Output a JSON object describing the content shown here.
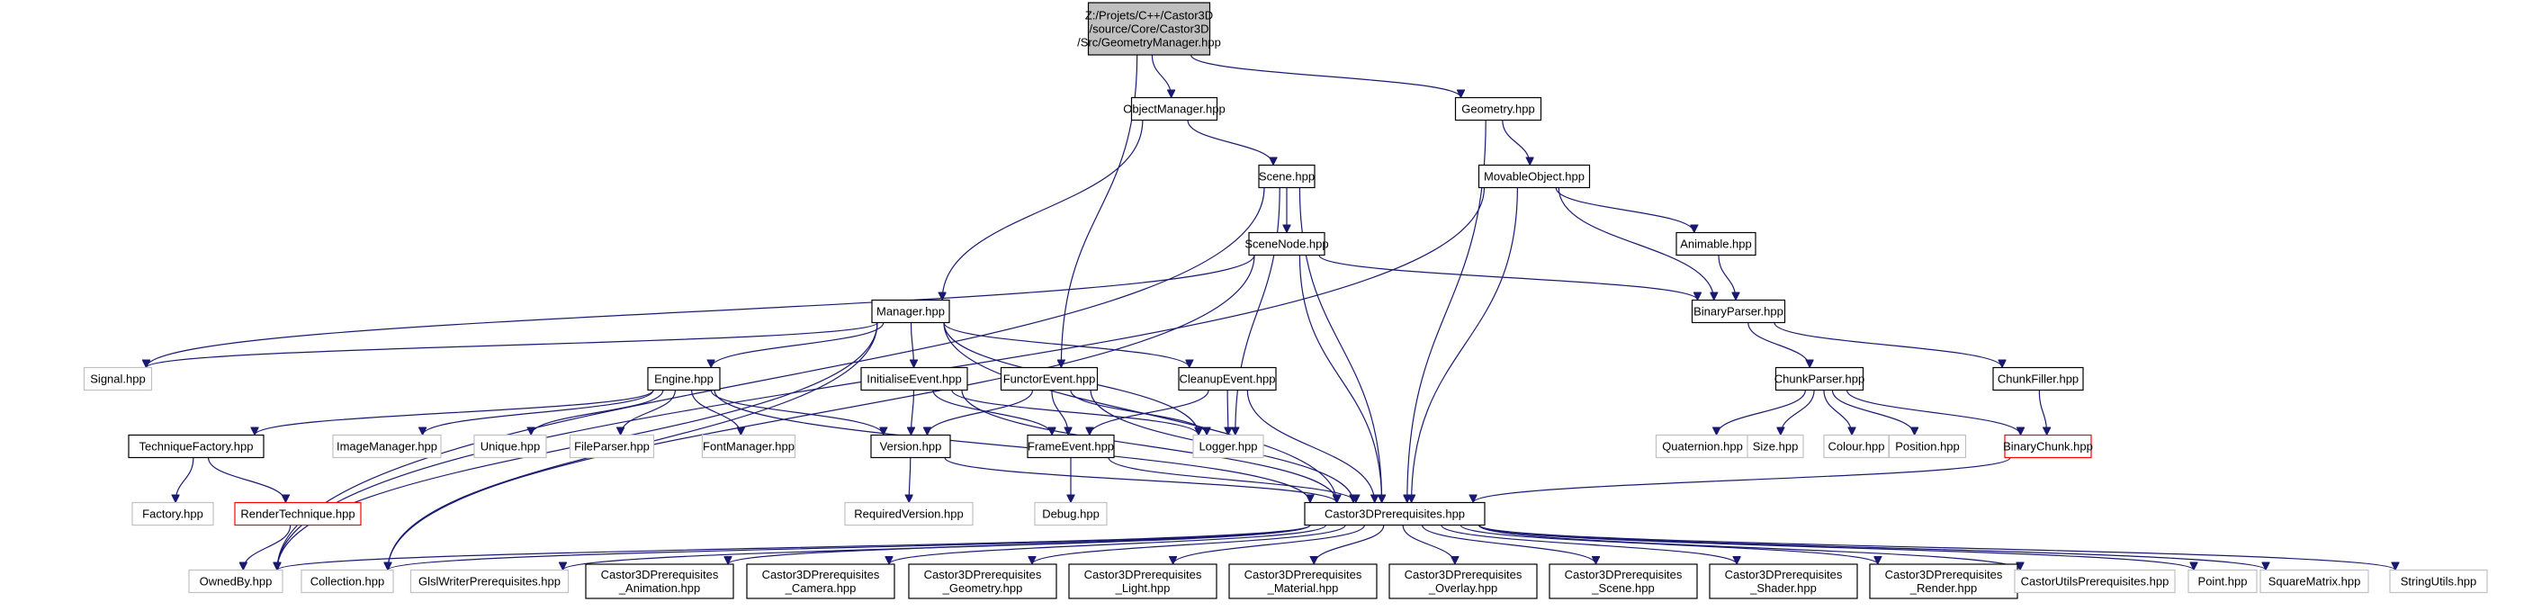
{
  "colors": {
    "edge": "#191970",
    "strong_border": "#000000",
    "light_border": "#c0c0c0",
    "red_border": "#ff0000",
    "root_fill": "#bfbfbf"
  },
  "nodes": [
    {
      "id": "root",
      "lines": [
        "Z:/Projets/C++/Castor3D",
        "/source/Core/Castor3D",
        "/Src/GeometryManager.hpp"
      ],
      "style": "root"
    },
    {
      "id": "objectmanager",
      "lines": [
        "ObjectManager.hpp"
      ],
      "style": "strong"
    },
    {
      "id": "geometry",
      "lines": [
        "Geometry.hpp"
      ],
      "style": "strong"
    },
    {
      "id": "scene",
      "lines": [
        "Scene.hpp"
      ],
      "style": "strong"
    },
    {
      "id": "movableobject",
      "lines": [
        "MovableObject.hpp"
      ],
      "style": "strong"
    },
    {
      "id": "scenenode",
      "lines": [
        "SceneNode.hpp"
      ],
      "style": "strong"
    },
    {
      "id": "animable",
      "lines": [
        "Animable.hpp"
      ],
      "style": "strong"
    },
    {
      "id": "manager",
      "lines": [
        "Manager.hpp"
      ],
      "style": "strong"
    },
    {
      "id": "binaryparser",
      "lines": [
        "BinaryParser.hpp"
      ],
      "style": "strong"
    },
    {
      "id": "signal",
      "lines": [
        "Signal.hpp"
      ],
      "style": "light"
    },
    {
      "id": "engine",
      "lines": [
        "Engine.hpp"
      ],
      "style": "strong"
    },
    {
      "id": "initialiseevent",
      "lines": [
        "InitialiseEvent.hpp"
      ],
      "style": "strong"
    },
    {
      "id": "functorevent",
      "lines": [
        "FunctorEvent.hpp"
      ],
      "style": "strong"
    },
    {
      "id": "cleanupevent",
      "lines": [
        "CleanupEvent.hpp"
      ],
      "style": "strong"
    },
    {
      "id": "chunkparser",
      "lines": [
        "ChunkParser.hpp"
      ],
      "style": "strong"
    },
    {
      "id": "chunkfiller",
      "lines": [
        "ChunkFiller.hpp"
      ],
      "style": "strong"
    },
    {
      "id": "techniquefactory",
      "lines": [
        "TechniqueFactory.hpp"
      ],
      "style": "strong"
    },
    {
      "id": "imagemanager",
      "lines": [
        "ImageManager.hpp"
      ],
      "style": "light"
    },
    {
      "id": "unique",
      "lines": [
        "Unique.hpp"
      ],
      "style": "light"
    },
    {
      "id": "fileparser",
      "lines": [
        "FileParser.hpp"
      ],
      "style": "light"
    },
    {
      "id": "fontmanager",
      "lines": [
        "FontManager.hpp"
      ],
      "style": "light"
    },
    {
      "id": "version",
      "lines": [
        "Version.hpp"
      ],
      "style": "strong"
    },
    {
      "id": "frameevent",
      "lines": [
        "FrameEvent.hpp"
      ],
      "style": "strong"
    },
    {
      "id": "logger",
      "lines": [
        "Logger.hpp"
      ],
      "style": "light"
    },
    {
      "id": "quaternion",
      "lines": [
        "Quaternion.hpp"
      ],
      "style": "light"
    },
    {
      "id": "size",
      "lines": [
        "Size.hpp"
      ],
      "style": "light"
    },
    {
      "id": "colour",
      "lines": [
        "Colour.hpp"
      ],
      "style": "light"
    },
    {
      "id": "position",
      "lines": [
        "Position.hpp"
      ],
      "style": "light"
    },
    {
      "id": "binarychunk",
      "lines": [
        "BinaryChunk.hpp"
      ],
      "style": "red"
    },
    {
      "id": "factory",
      "lines": [
        "Factory.hpp"
      ],
      "style": "light"
    },
    {
      "id": "rendertechnique",
      "lines": [
        "RenderTechnique.hpp"
      ],
      "style": "red"
    },
    {
      "id": "requiredversion",
      "lines": [
        "RequiredVersion.hpp"
      ],
      "style": "light"
    },
    {
      "id": "debug",
      "lines": [
        "Debug.hpp"
      ],
      "style": "light"
    },
    {
      "id": "prereq",
      "lines": [
        "Castor3DPrerequisites.hpp"
      ],
      "style": "strong"
    },
    {
      "id": "ownedby",
      "lines": [
        "OwnedBy.hpp"
      ],
      "style": "light"
    },
    {
      "id": "collection",
      "lines": [
        "Collection.hpp"
      ],
      "style": "light"
    },
    {
      "id": "glslwriter",
      "lines": [
        "GlslWriterPrerequisites.hpp"
      ],
      "style": "light"
    },
    {
      "id": "p_animation",
      "lines": [
        "Castor3DPrerequisites",
        "_Animation.hpp"
      ],
      "style": "strong"
    },
    {
      "id": "p_camera",
      "lines": [
        "Castor3DPrerequisites",
        "_Camera.hpp"
      ],
      "style": "strong"
    },
    {
      "id": "p_geometry",
      "lines": [
        "Castor3DPrerequisites",
        "_Geometry.hpp"
      ],
      "style": "strong"
    },
    {
      "id": "p_light",
      "lines": [
        "Castor3DPrerequisites",
        "_Light.hpp"
      ],
      "style": "strong"
    },
    {
      "id": "p_material",
      "lines": [
        "Castor3DPrerequisites",
        "_Material.hpp"
      ],
      "style": "strong"
    },
    {
      "id": "p_overlay",
      "lines": [
        "Castor3DPrerequisites",
        "_Overlay.hpp"
      ],
      "style": "strong"
    },
    {
      "id": "p_scene",
      "lines": [
        "Castor3DPrerequisites",
        "_Scene.hpp"
      ],
      "style": "strong"
    },
    {
      "id": "p_shader",
      "lines": [
        "Castor3DPrerequisites",
        "_Shader.hpp"
      ],
      "style": "strong"
    },
    {
      "id": "p_render",
      "lines": [
        "Castor3DPrerequisites",
        "_Render.hpp"
      ],
      "style": "strong"
    },
    {
      "id": "castorutils",
      "lines": [
        "CastorUtilsPrerequisites.hpp"
      ],
      "style": "light"
    },
    {
      "id": "point",
      "lines": [
        "Point.hpp"
      ],
      "style": "light"
    },
    {
      "id": "squarematrix",
      "lines": [
        "SquareMatrix.hpp"
      ],
      "style": "light"
    },
    {
      "id": "stringutils",
      "lines": [
        "StringUtils.hpp"
      ],
      "style": "light"
    }
  ],
  "edges": [
    [
      "root",
      "objectmanager"
    ],
    [
      "root",
      "geometry"
    ],
    [
      "root",
      "functorevent"
    ],
    [
      "objectmanager",
      "scene"
    ],
    [
      "objectmanager",
      "manager"
    ],
    [
      "geometry",
      "movableobject"
    ],
    [
      "geometry",
      "prereq"
    ],
    [
      "scene",
      "scenenode"
    ],
    [
      "scene",
      "ownedby"
    ],
    [
      "scene",
      "logger"
    ],
    [
      "scene",
      "prereq"
    ],
    [
      "movableobject",
      "animable"
    ],
    [
      "movableobject",
      "binaryparser"
    ],
    [
      "movableobject",
      "prereq"
    ],
    [
      "movableobject",
      "ownedby"
    ],
    [
      "scenenode",
      "binaryparser"
    ],
    [
      "scenenode",
      "signal"
    ],
    [
      "scenenode",
      "prereq"
    ],
    [
      "scenenode",
      "collection"
    ],
    [
      "animable",
      "binaryparser"
    ],
    [
      "manager",
      "signal"
    ],
    [
      "manager",
      "engine"
    ],
    [
      "manager",
      "initialiseevent"
    ],
    [
      "manager",
      "cleanupevent"
    ],
    [
      "manager",
      "logger"
    ],
    [
      "manager",
      "prereq"
    ],
    [
      "manager",
      "ownedby"
    ],
    [
      "manager",
      "collection"
    ],
    [
      "binaryparser",
      "chunkparser"
    ],
    [
      "binaryparser",
      "chunkfiller"
    ],
    [
      "engine",
      "techniquefactory"
    ],
    [
      "engine",
      "imagemanager"
    ],
    [
      "engine",
      "unique"
    ],
    [
      "engine",
      "fileparser"
    ],
    [
      "engine",
      "fontmanager"
    ],
    [
      "engine",
      "version"
    ],
    [
      "engine",
      "prereq"
    ],
    [
      "initialiseevent",
      "version"
    ],
    [
      "initialiseevent",
      "frameevent"
    ],
    [
      "initialiseevent",
      "logger"
    ],
    [
      "initialiseevent",
      "prereq"
    ],
    [
      "functorevent",
      "version"
    ],
    [
      "functorevent",
      "frameevent"
    ],
    [
      "functorevent",
      "logger"
    ],
    [
      "functorevent",
      "prereq"
    ],
    [
      "cleanupevent",
      "frameevent"
    ],
    [
      "cleanupevent",
      "logger"
    ],
    [
      "cleanupevent",
      "prereq"
    ],
    [
      "chunkparser",
      "quaternion"
    ],
    [
      "chunkparser",
      "size"
    ],
    [
      "chunkparser",
      "colour"
    ],
    [
      "chunkparser",
      "position"
    ],
    [
      "chunkparser",
      "binarychunk"
    ],
    [
      "chunkfiller",
      "binarychunk"
    ],
    [
      "techniquefactory",
      "factory"
    ],
    [
      "techniquefactory",
      "rendertechnique"
    ],
    [
      "rendertechnique",
      "ownedby"
    ],
    [
      "version",
      "requiredversion"
    ],
    [
      "version",
      "prereq"
    ],
    [
      "frameevent",
      "debug"
    ],
    [
      "frameevent",
      "prereq"
    ],
    [
      "binarychunk",
      "prereq"
    ],
    [
      "prereq",
      "ownedby"
    ],
    [
      "prereq",
      "collection"
    ],
    [
      "prereq",
      "glslwriter"
    ],
    [
      "prereq",
      "p_animation"
    ],
    [
      "prereq",
      "p_camera"
    ],
    [
      "prereq",
      "p_geometry"
    ],
    [
      "prereq",
      "p_light"
    ],
    [
      "prereq",
      "p_material"
    ],
    [
      "prereq",
      "p_overlay"
    ],
    [
      "prereq",
      "p_scene"
    ],
    [
      "prereq",
      "p_shader"
    ],
    [
      "prereq",
      "p_render"
    ],
    [
      "prereq",
      "castorutils"
    ],
    [
      "prereq",
      "point"
    ],
    [
      "prereq",
      "squarematrix"
    ],
    [
      "prereq",
      "stringutils"
    ]
  ]
}
